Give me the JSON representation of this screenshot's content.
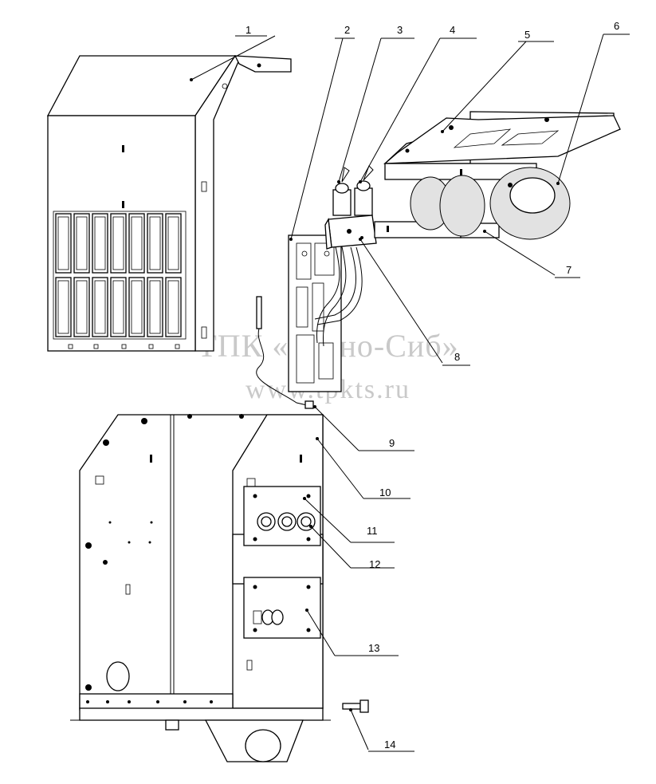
{
  "watermark": {
    "line1": "ТПК «Техно-Сиб»",
    "line2": "www.tpkts.ru"
  },
  "callouts": [
    "1",
    "2",
    "3",
    "4",
    "5",
    "6",
    "7",
    "8",
    "9",
    "10",
    "11",
    "12",
    "13",
    "14"
  ]
}
